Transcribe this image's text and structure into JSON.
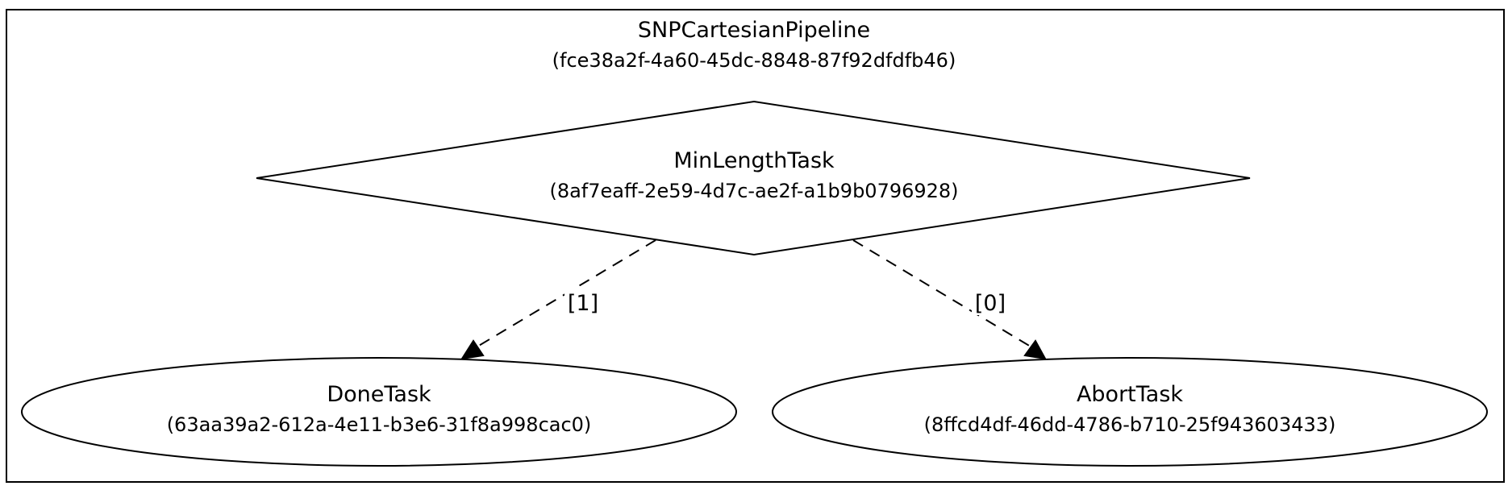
{
  "pipeline": {
    "name": "SNPCartesianPipeline",
    "id": "(fce38a2f-4a60-45dc-8848-87f92dfdfb46)"
  },
  "nodes": {
    "min_length": {
      "name": "MinLengthTask",
      "id": "(8af7eaff-2e59-4d7c-ae2f-a1b9b0796928)",
      "shape": "diamond"
    },
    "done": {
      "name": "DoneTask",
      "id": "(63aa39a2-612a-4e11-b3e6-31f8a998cac0)",
      "shape": "ellipse"
    },
    "abort": {
      "name": "AbortTask",
      "id": "(8ffcd4df-46dd-4786-b710-25f943603433)",
      "shape": "ellipse"
    }
  },
  "edges": [
    {
      "from": "MinLengthTask",
      "to": "DoneTask",
      "label": "[1]",
      "style": "dashed"
    },
    {
      "from": "MinLengthTask",
      "to": "AbortTask",
      "label": "[0]",
      "style": "dashed"
    }
  ]
}
